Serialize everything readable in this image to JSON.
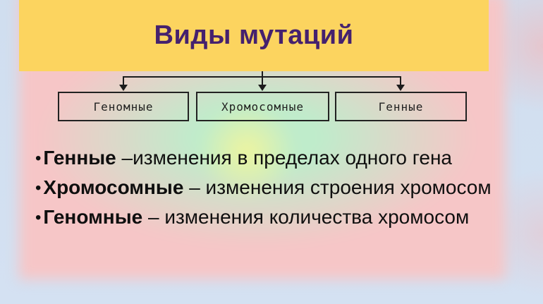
{
  "slide": {
    "title": "Виды мутаций"
  },
  "diagram": {
    "boxes": [
      {
        "label": "Геномные"
      },
      {
        "label": "Хромосомные"
      },
      {
        "label": "Генные"
      }
    ]
  },
  "bullets": {
    "marker": "•",
    "items": [
      {
        "term": "Генные",
        "rest": " –изменения в пределах одного гена"
      },
      {
        "term": "Хромосомные",
        "rest": " – изменения строения хромосом"
      },
      {
        "term": "Геномные",
        "rest": " – изменения количества хромосом"
      }
    ]
  },
  "colors": {
    "banner_yellow": "#fcd45f",
    "title_purple": "#45216e",
    "line_dark": "#1c1c1c",
    "bg_blue": "#d2e0f1",
    "pink": "#f6c6c7",
    "green": "#bfeccb"
  }
}
